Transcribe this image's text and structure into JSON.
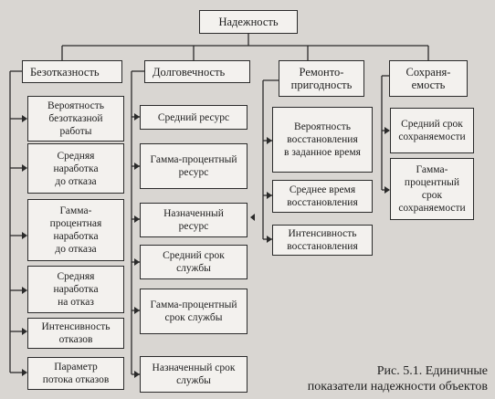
{
  "root": "Надежность",
  "categories": [
    {
      "title": "Безотказность",
      "items": [
        "Вероятность\nбезотказной\nработы",
        "Средняя\nнаработка\nдо отказа",
        "Гамма-\nпроцентная\nнаработка\nдо отказа",
        "Средняя\nнаработка\nна отказ",
        "Интенсивность\nотказов",
        "Параметр\nпотока отказов"
      ]
    },
    {
      "title": "Долговечность",
      "items": [
        "Средний ресурс",
        "Гамма-процентный\nресурс",
        "Назначенный\nресурс",
        "Средний срок\nслужбы",
        "Гамма-процентный\nсрок службы",
        "Назначенный срок\nслужбы"
      ]
    },
    {
      "title": "Ремонто-\nпригодность",
      "items": [
        "Вероятность\nвосстановления\nв заданное время",
        "Среднее время\nвосстановления",
        "Интенсивность\nвосстановления"
      ]
    },
    {
      "title": "Сохраня-\nемость",
      "items": [
        "Средний срок\nсохраняемости",
        "Гамма-\nпроцентный\nсрок\nсохраняемости"
      ]
    }
  ],
  "caption": "Рис. 5.1. Единичные\nпоказатели надежности объектов"
}
